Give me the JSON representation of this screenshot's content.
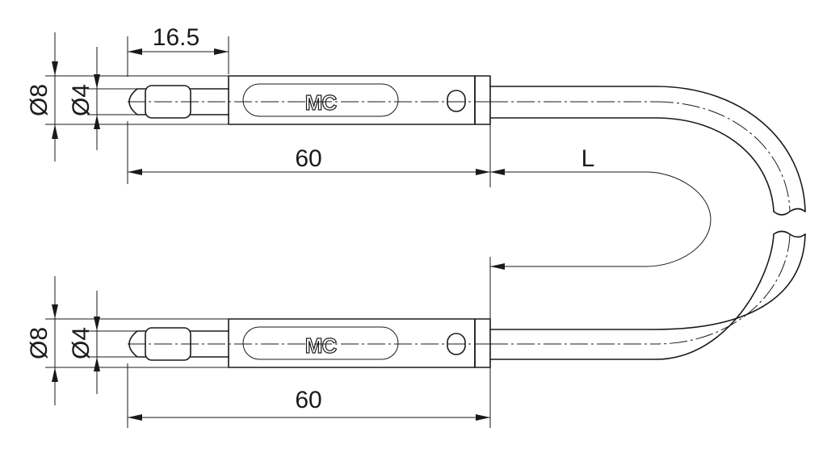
{
  "dimensions": {
    "top_tip_length": "16.5",
    "top_outer_diameter": "Ø8",
    "top_pin_diameter": "Ø4",
    "top_body_length": "60",
    "cable_length": "L",
    "bottom_outer_diameter": "Ø8",
    "bottom_pin_diameter": "Ø4",
    "bottom_body_length": "60"
  },
  "plugs": {
    "top_logo": "MC",
    "bottom_logo": "MC"
  }
}
